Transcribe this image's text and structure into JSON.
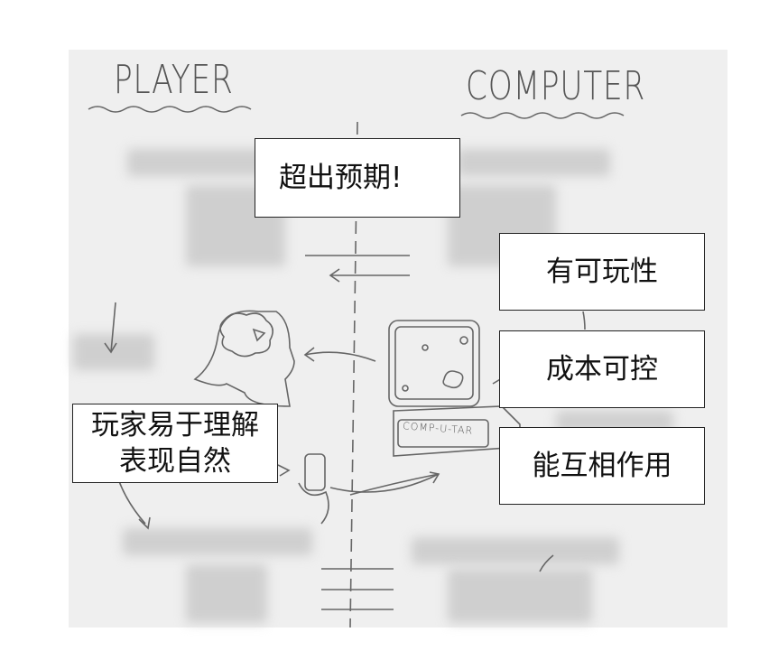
{
  "sketch": {
    "player_heading": "PLAYER",
    "computer_heading": "COMPUTER",
    "computer_label": "COMP-U-TAR"
  },
  "callouts": {
    "exceeds_expectations": "超出预期!",
    "playable": "有可玩性",
    "cost_controlled": "成本可控",
    "interactive": "能互相作用",
    "player_understands_line1": "玩家易于理解",
    "player_understands_line2": "表现自然"
  },
  "colors": {
    "background": "#efefef",
    "ink": "#555555",
    "box_border": "#222222"
  }
}
